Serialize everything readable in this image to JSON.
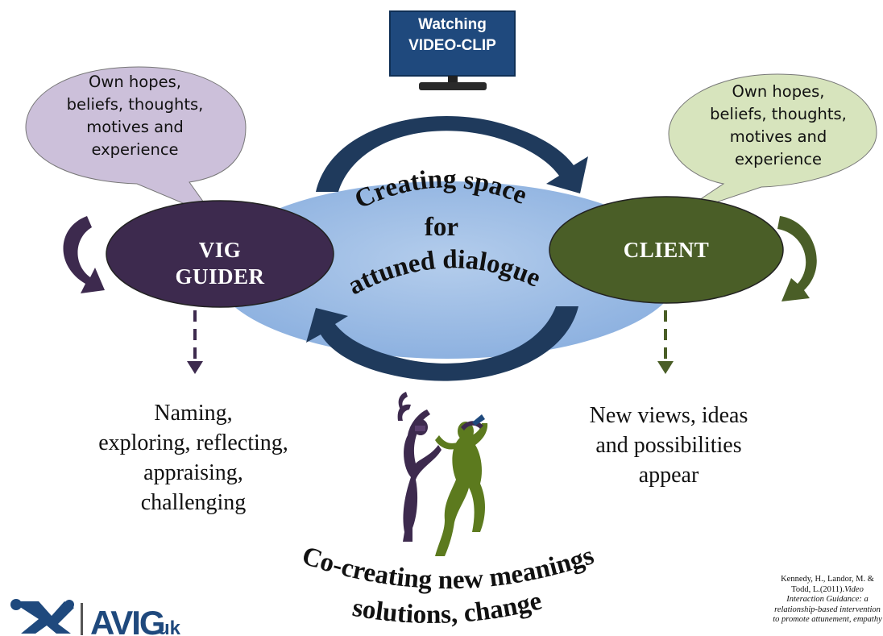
{
  "monitor": {
    "line1": "Watching",
    "line2": "VIDEO-CLIP"
  },
  "left_bubble": {
    "lines": [
      "Own hopes,",
      "beliefs, thoughts,",
      "motives and",
      "experience"
    ]
  },
  "right_bubble": {
    "lines": [
      "Own hopes,",
      "beliefs, thoughts,",
      "motives and",
      "experience"
    ]
  },
  "guider": {
    "line1": "VIG",
    "line2": "GUIDER"
  },
  "client": {
    "label": "CLIENT"
  },
  "center": {
    "line1": "Creating space",
    "line2": "for",
    "line3": "attuned dialogue"
  },
  "guider_actions": {
    "lines": [
      "Naming,",
      "exploring, reflecting,",
      "appraising,",
      "challenging"
    ]
  },
  "client_outcomes": {
    "lines": [
      "New views, ideas",
      "and possibilities",
      "appear"
    ]
  },
  "bottom_caption": {
    "line1": "Co-creating new meanings",
    "line2": "solutions, change"
  },
  "logo": {
    "text": "AVIG",
    "suffix": "uk"
  },
  "citation": {
    "line1": "Kennedy, H., Landor, M. &",
    "line2a": "Todd, L.(2011).",
    "line2b": "Video",
    "line3": "Interaction Guidance: a",
    "line4": "relationship-based intervention",
    "line5": "to promote attunement, empathy"
  },
  "colors": {
    "guider": "#3d2a4e",
    "client": "#4a5e27",
    "center": "#8eb4e3",
    "arrows": "#1f3a5c",
    "monitor": "#1f497d",
    "left_bubble": "#ccc0da",
    "right_bubble": "#d7e4bd"
  }
}
